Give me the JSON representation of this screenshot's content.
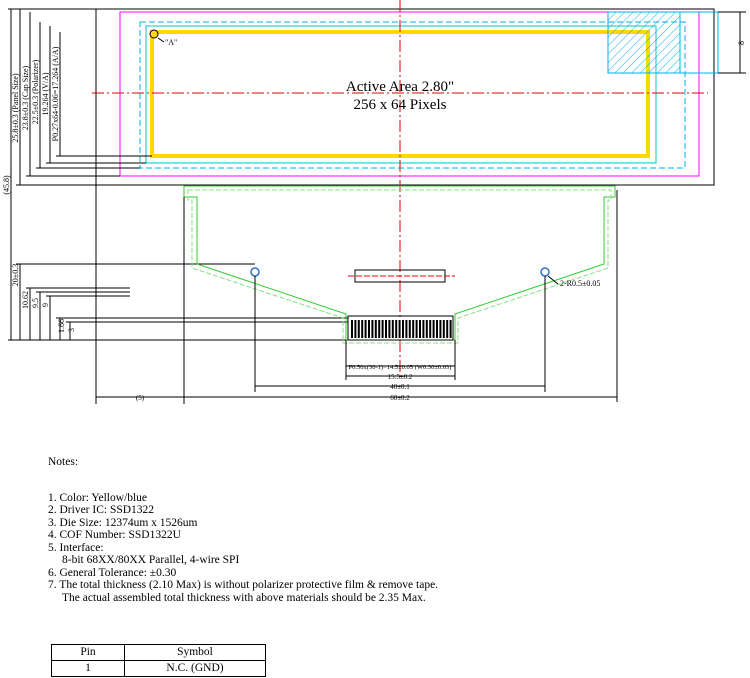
{
  "drawing": {
    "active_area_title": "Active Area 2.80\"",
    "active_area_pixels": "256 x 64 Pixels",
    "corner_marker": "\"A\"",
    "dim_panel_size": "25.8±0.3 (Panel Size)",
    "dim_cap_size": "23.8±0.3 (Cap Size)",
    "dim_polarizer": "22.5±0.3 (Polarizer)",
    "dim_va": "19.264 (V/A)",
    "dim_aa": "P0.27x64-0.06=17.264 (A/A)",
    "dim_overall": "(45.8)",
    "dim_fpc_height": "20±0.3",
    "dim_10_62": "10.62",
    "dim_9_5": "9.5",
    "dim_9": "9",
    "dim_1_66": "1.66",
    "dim_3": "3",
    "dim_right_8": "8",
    "dim_radius": "2-R0.5±0.05",
    "dim_pitch": "P0.50x(30-1)=14.5±0.05 (W0.30±0.03)",
    "dim_15_5": "15.5±0.2",
    "dim_40": "40±0.1",
    "dim_60": "60±0.2",
    "dim_bottom_left": "(5)"
  },
  "notes": {
    "title": "Notes:",
    "items": [
      "1. Color: Yellow/blue",
      "2. Driver IC: SSD1322",
      "3. Die Size: 12374um x 1526um",
      "4. COF Number: SSD1322U",
      "5. Interface:",
      "8-bit 68XX/80XX Parallel, 4-wire SPI",
      "6. General Tolerance: ±0.30",
      "7. The total thickness (2.10 Max) is without polarizer protective film & remove tape.",
      "The actual assembled total thickness with above materials should be 2.35 Max."
    ]
  },
  "pin_table": {
    "headers": [
      "Pin",
      "Symbol"
    ],
    "rows": [
      [
        "1",
        "N.C. (GND)"
      ]
    ]
  }
}
